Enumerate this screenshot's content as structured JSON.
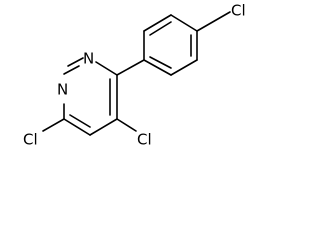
{
  "molecule": {
    "atoms": {
      "n_top": "N",
      "n_left": "N",
      "cl_bottom_left": "Cl",
      "cl_bottom_right": "Cl",
      "cl_top_right": "Cl"
    }
  }
}
